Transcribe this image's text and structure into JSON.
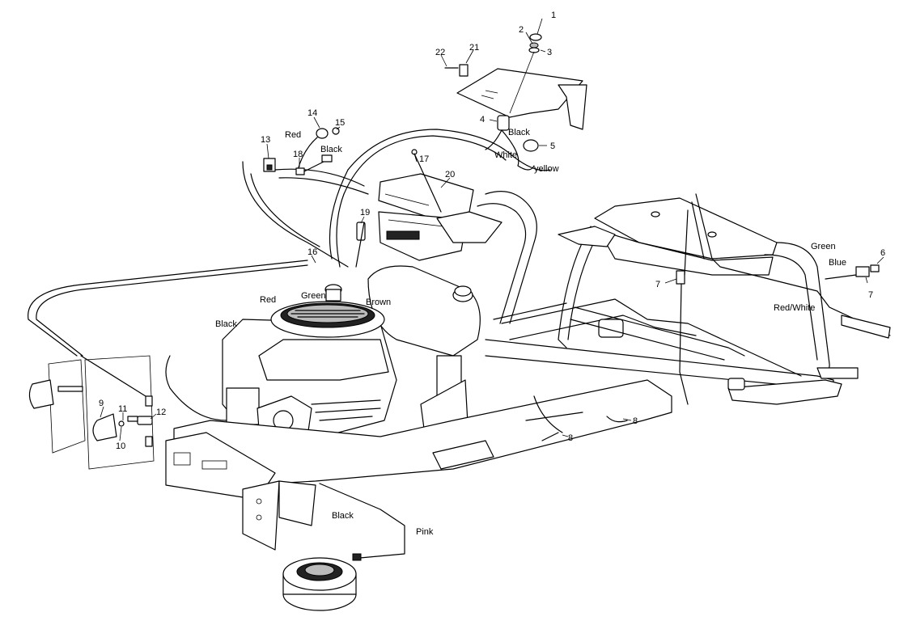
{
  "callouts": {
    "c1": "1",
    "c2": "2",
    "c3": "3",
    "c4": "4",
    "c5": "5",
    "c6": "6",
    "c7a": "7",
    "c7b": "7",
    "c8a": "8",
    "c8b": "8",
    "c9": "9",
    "c10": "10",
    "c11": "11",
    "c12": "12",
    "c13": "13",
    "c14": "14",
    "c15": "15",
    "c16": "16",
    "c17": "17",
    "c18": "18",
    "c19": "19",
    "c20": "20",
    "c21": "21",
    "c22": "22"
  },
  "wire_labels": {
    "red_top": "Red",
    "black_top": "Black",
    "black_switch": "Black",
    "white": "White",
    "yellow": "yellow",
    "green_right": "Green",
    "blue": "Blue",
    "red_white": "Red/White",
    "green_engine": "Green",
    "red_engine": "Red",
    "brown": "Brown",
    "black_left": "Black",
    "black_bottom": "Black",
    "pink": "Pink"
  }
}
